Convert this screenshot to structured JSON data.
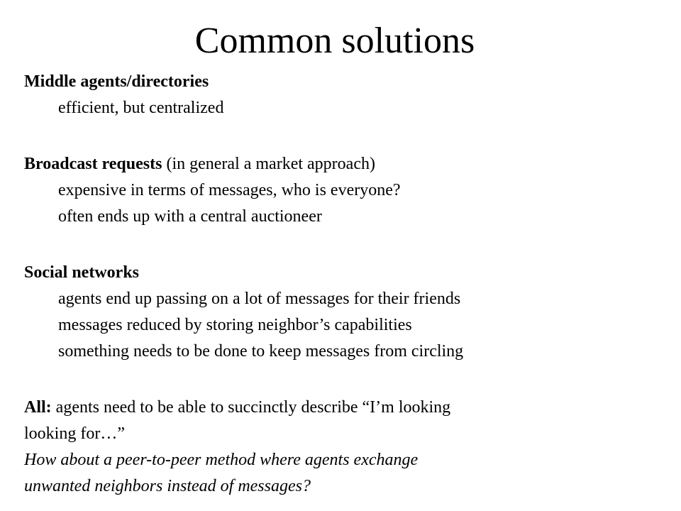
{
  "slide": {
    "title": "Common solutions",
    "sections": {
      "middle_agents": {
        "heading": "Middle agents/directories",
        "line1": "efficient, but centralized"
      },
      "broadcast": {
        "heading": "Broadcast requests",
        "heading_note": " (in general a market approach)",
        "line1": "expensive in terms of messages, who is everyone?",
        "line2": "often ends up with a central auctioneer"
      },
      "social": {
        "heading": "Social networks",
        "line1": "agents end up passing on a lot of messages for their friends",
        "line2": "messages reduced by storing neighbor’s capabilities",
        "line3": "something needs to be done to keep messages from circling"
      },
      "all": {
        "label": "All:",
        "text1": " agents need to be able to succinctly describe “I’m looking",
        "text2": "looking for…”"
      },
      "question": {
        "line1": "How about a peer-to-peer method where agents exchange",
        "line2": "unwanted neighbors instead of messages?"
      }
    }
  }
}
